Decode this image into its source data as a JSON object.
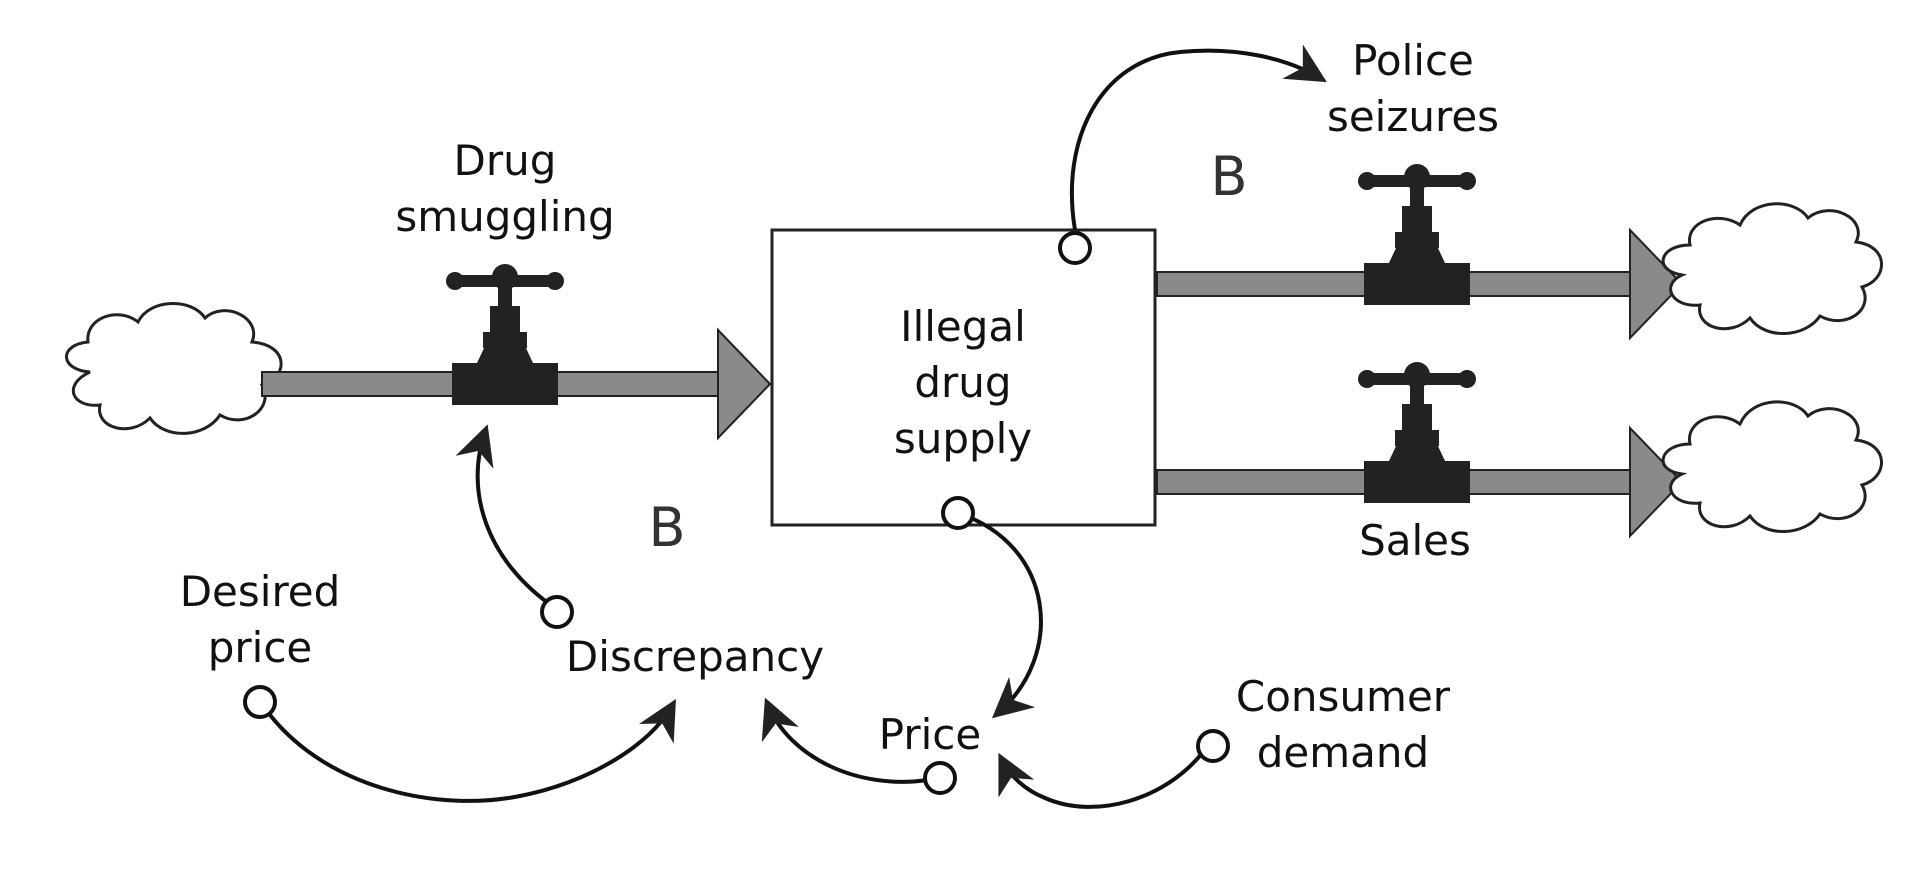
{
  "stock": {
    "label_lines": [
      "Illegal",
      "drug",
      "supply"
    ]
  },
  "flows": {
    "inflow": {
      "label_lines": [
        "Drug",
        "smuggling"
      ]
    },
    "outflow_seizures": {
      "label_lines": [
        "Police",
        "seizures"
      ]
    },
    "outflow_sales": {
      "label_lines": [
        "Sales"
      ]
    }
  },
  "variables": {
    "desired_price": {
      "label_lines": [
        "Desired",
        "price"
      ]
    },
    "discrepancy": {
      "label": "Discrepancy"
    },
    "price": {
      "label": "Price"
    },
    "consumer_demand": {
      "label_lines": [
        "Consumer",
        "demand"
      ]
    }
  },
  "loops": {
    "left": "B",
    "right": "B"
  },
  "colors": {
    "pipe": "#8a8a8a",
    "valve": "#222222",
    "stroke": "#111111",
    "cloud_fill": "#ffffff"
  }
}
